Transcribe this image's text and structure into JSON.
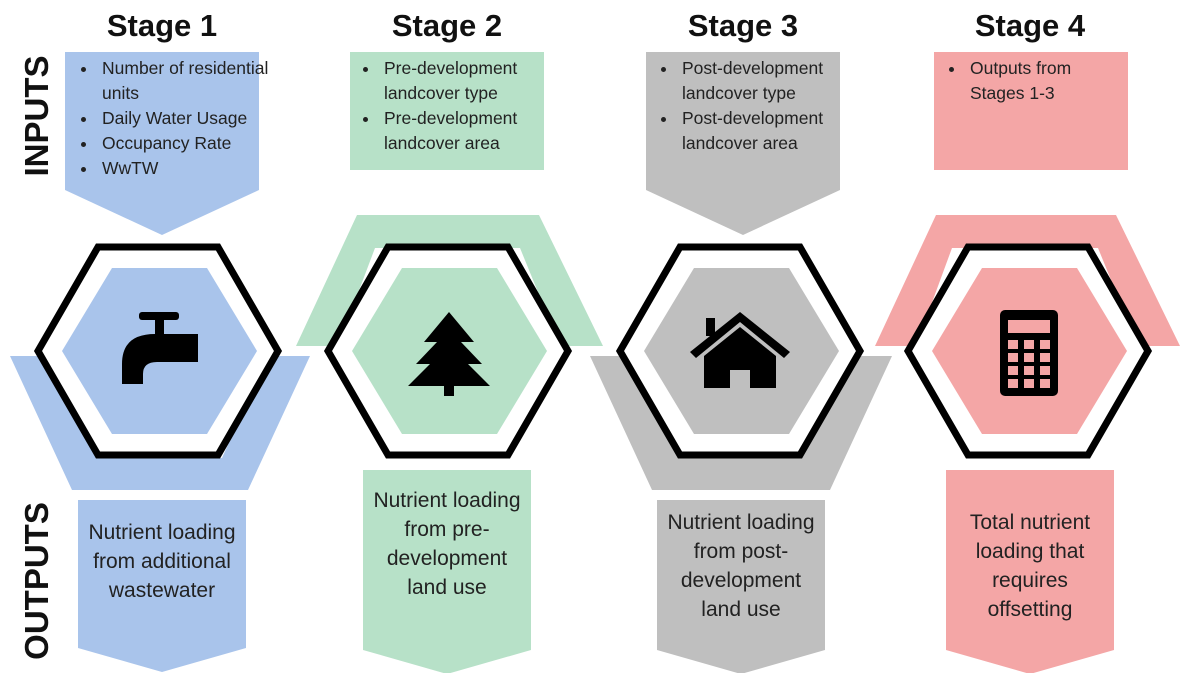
{
  "side_labels": {
    "inputs": "INPUTS",
    "outputs": "OUTPUTS"
  },
  "stages": [
    {
      "title": "Stage 1",
      "color": "#a9c4eb",
      "icon": "water-tap-icon",
      "inputs": [
        "Number of residential units",
        "Daily Water Usage",
        "Occupancy Rate",
        "WwTW"
      ],
      "output": "Nutrient loading from additional wastewater"
    },
    {
      "title": "Stage 2",
      "color": "#b7e1c8",
      "icon": "tree-icon",
      "inputs": [
        "Pre-development landcover type",
        "Pre-development landcover area"
      ],
      "output": "Nutrient loading from pre-development land use"
    },
    {
      "title": "Stage 3",
      "color": "#bfbfbf",
      "icon": "house-icon",
      "inputs": [
        "Post-development landcover type",
        "Post-development landcover area"
      ],
      "output": "Nutrient loading from post-development land use"
    },
    {
      "title": "Stage 4",
      "color": "#f4a6a6",
      "icon": "calculator-icon",
      "inputs": [
        "Outputs from Stages 1-3"
      ],
      "output": "Total nutrient loading that requires offsetting"
    }
  ]
}
